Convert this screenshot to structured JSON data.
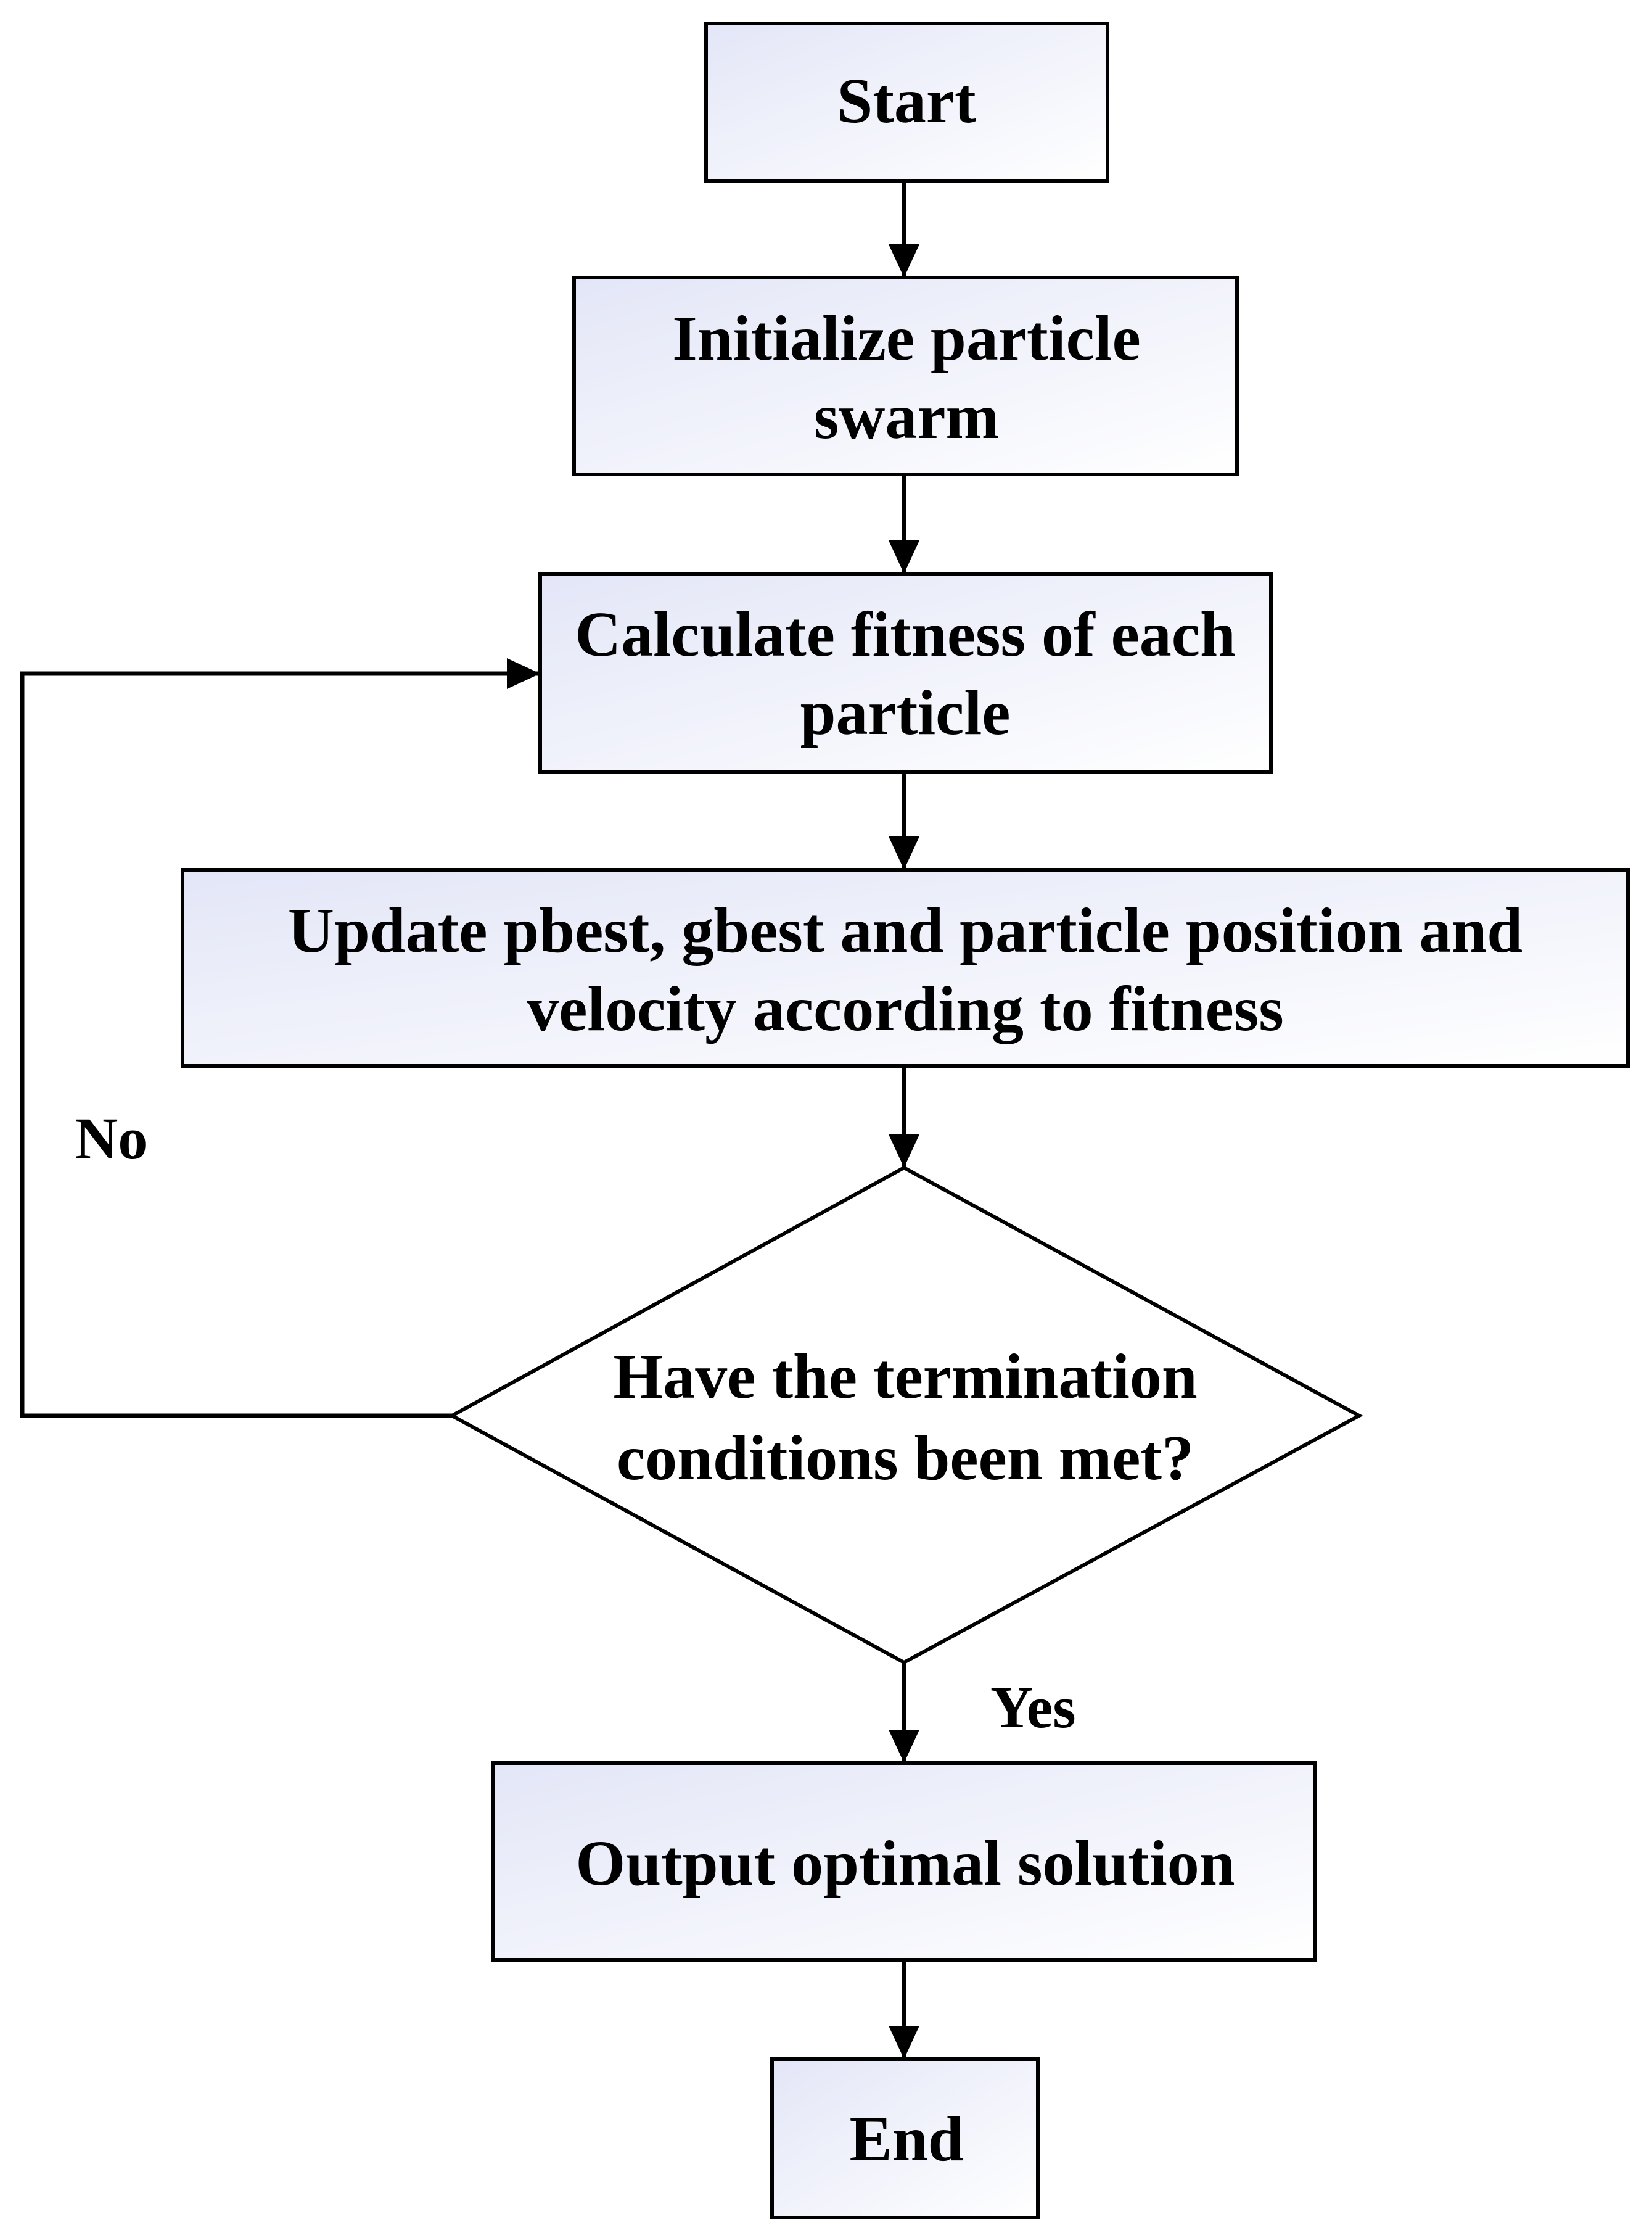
{
  "nodes": {
    "start": {
      "lines": [
        "Start"
      ]
    },
    "init": {
      "lines": [
        "Initialize particle",
        "swarm"
      ]
    },
    "fitness": {
      "lines": [
        "Calculate fitness of each",
        "particle"
      ]
    },
    "update": {
      "lines": [
        "Update pbest, gbest and particle position and",
        "velocity according to fitness"
      ]
    },
    "decision": {
      "lines": [
        "Have the termination",
        "conditions been met?"
      ]
    },
    "output": {
      "lines": [
        "Output optimal solution"
      ]
    },
    "end": {
      "lines": [
        "End"
      ]
    }
  },
  "edge_labels": {
    "no": "No",
    "yes": "Yes"
  },
  "colors": {
    "stroke": "#000000",
    "box_fill_start": "#e3e6f7",
    "box_fill_end": "#ffffff"
  }
}
